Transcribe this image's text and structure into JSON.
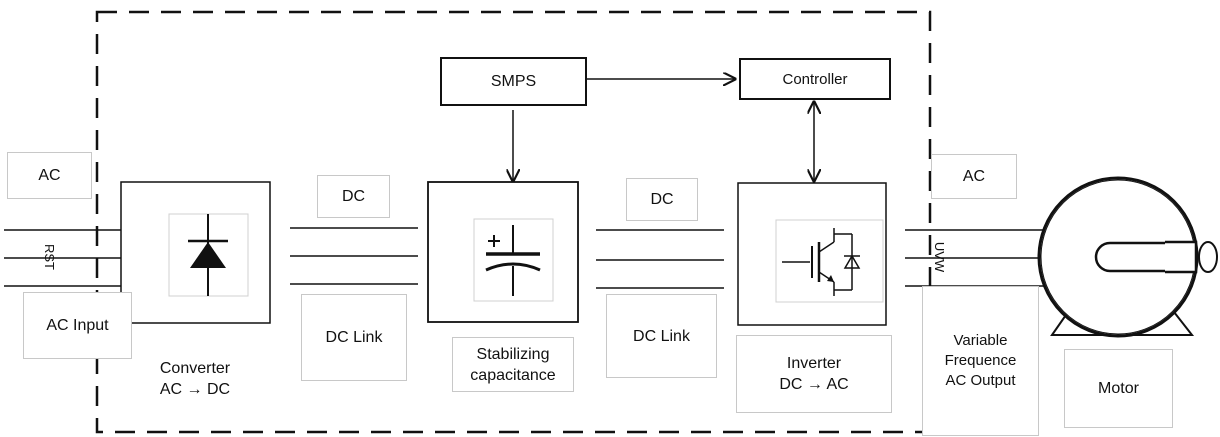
{
  "labels": {
    "smps": "SMPS",
    "controller": "Controller",
    "ac_input_top": "AC",
    "rst": "RST",
    "ac_input": "AC Input",
    "converter_line1": "Converter",
    "converter_line2": "AC → DC",
    "dc_top_1": "DC",
    "dc_link_1": "DC Link",
    "stab_line1": "Stabilizing",
    "stab_line2": "capacitance",
    "dc_top_2": "DC",
    "dc_link_2": "DC Link",
    "inverter_line1": "Inverter",
    "inverter_line2": "DC → AC",
    "ac_output_top": "AC",
    "uvw": "UVW",
    "vf_line1": "Variable",
    "vf_line2": "Frequence",
    "vf_line3": "AC Output",
    "motor": "Motor"
  },
  "icons": {
    "converter": "diode-icon",
    "capacitor": "capacitor-icon",
    "inverter": "igbt-icon",
    "motor": "motor-icon"
  }
}
